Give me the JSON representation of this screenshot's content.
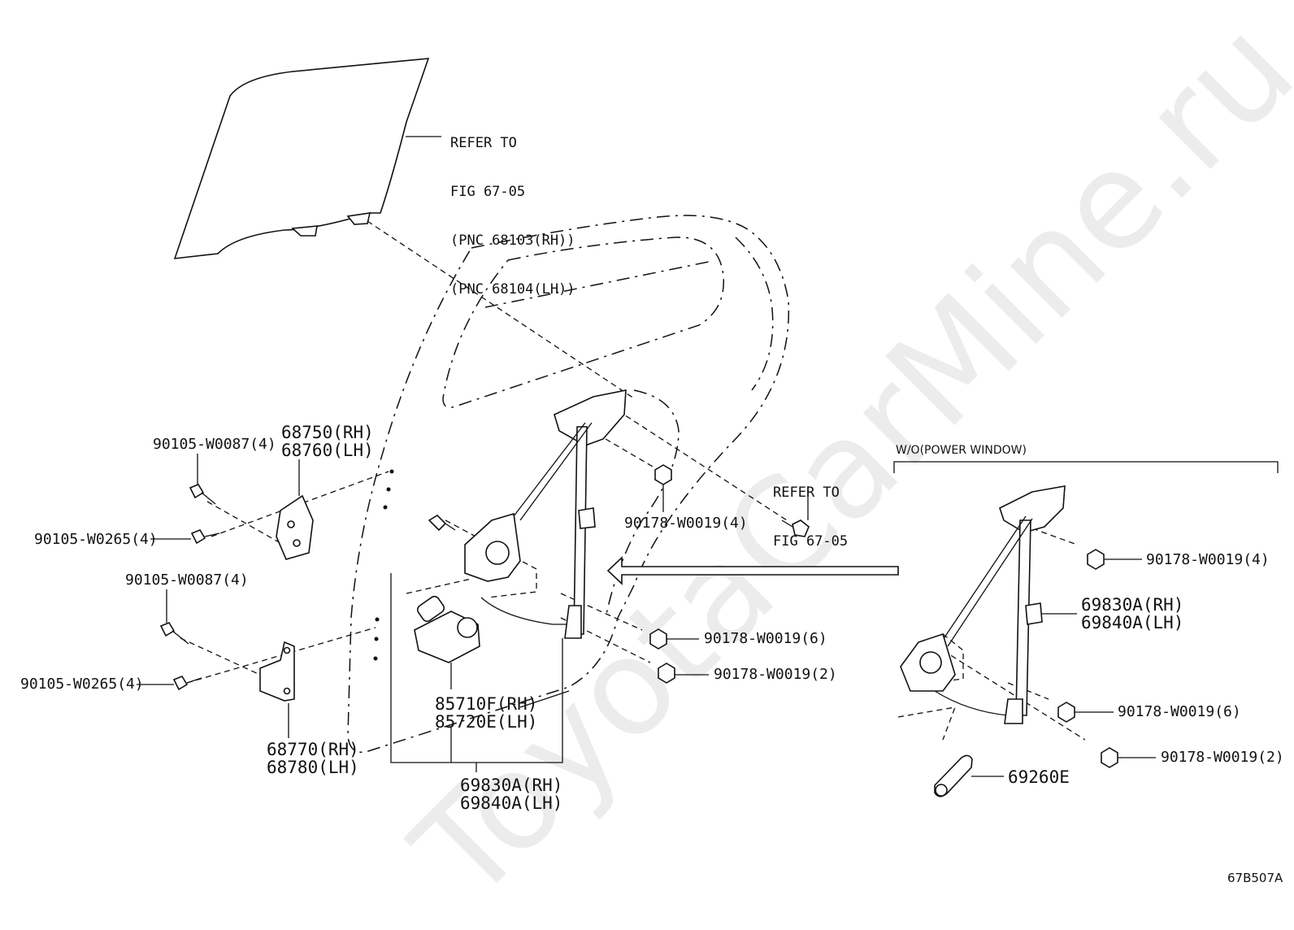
{
  "watermark": "ToyotaCarMine.ru",
  "figure_code": "67B507A",
  "section_header": "W/O(POWER WINDOW)",
  "notes": {
    "glass_ref": [
      "REFER TO",
      "FIG 67-05",
      "(PNC 68103(RH))",
      "(PNC 68104(LH))"
    ],
    "fig_ref": [
      "REFER TO",
      "FIG 67-05"
    ]
  },
  "labels": {
    "bolt_upper_1": "90105-W0087(4)",
    "bolt_upper_2": "90105-W0265(4)",
    "hinge_upper_rh": "68750(RH)",
    "hinge_upper_lh": "68760(LH)",
    "bolt_lower_1": "90105-W0087(4)",
    "bolt_lower_2": "90105-W0265(4)",
    "hinge_lower_rh": "68770(RH)",
    "hinge_lower_lh": "68780(LH)",
    "motor_rh": "85710F(RH)",
    "motor_lh": "85720E(LH)",
    "regulator_rh": "69830A(RH)",
    "regulator_lh": "69840A(LH)",
    "nut_a": "90178-W0019(4)",
    "nut_b": "90178-W0019(6)",
    "nut_c": "90178-W0019(2)",
    "right_nut_a": "90178-W0019(4)",
    "right_reg_rh": "69830A(RH)",
    "right_reg_lh": "69840A(LH)",
    "right_nut_b": "90178-W0019(6)",
    "right_nut_c": "90178-W0019(2)",
    "handle": "69260E"
  }
}
